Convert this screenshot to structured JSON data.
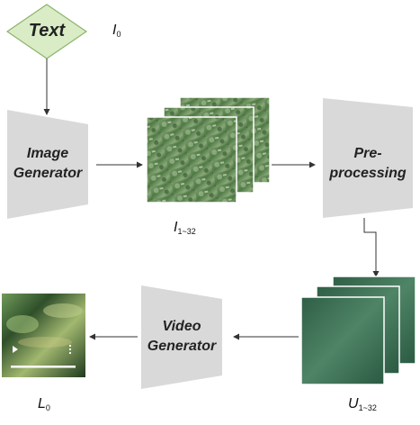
{
  "diagram": {
    "text_node": {
      "label": "Text",
      "fill": "#d9ecc6",
      "stroke": "#8db46a"
    },
    "i0_label": {
      "main": "I",
      "sub": "0"
    },
    "image_generator": {
      "line1": "Image",
      "line2": "Generator",
      "fill": "#d9d9d9"
    },
    "frames_label": {
      "main": "I",
      "sub": "1~32"
    },
    "preprocessing": {
      "line1": "Pre-",
      "line2": "processing",
      "fill": "#d9d9d9"
    },
    "u_label": {
      "main": "U",
      "sub": "1~32"
    },
    "video_generator": {
      "line1": "Video",
      "line2": "Generator",
      "fill": "#d9d9d9"
    },
    "l0_label": {
      "main": "L",
      "sub": "0"
    },
    "colors": {
      "arrow": "#333333",
      "frame_green": "#5f8a58",
      "u_green": "#3f6f56"
    }
  }
}
